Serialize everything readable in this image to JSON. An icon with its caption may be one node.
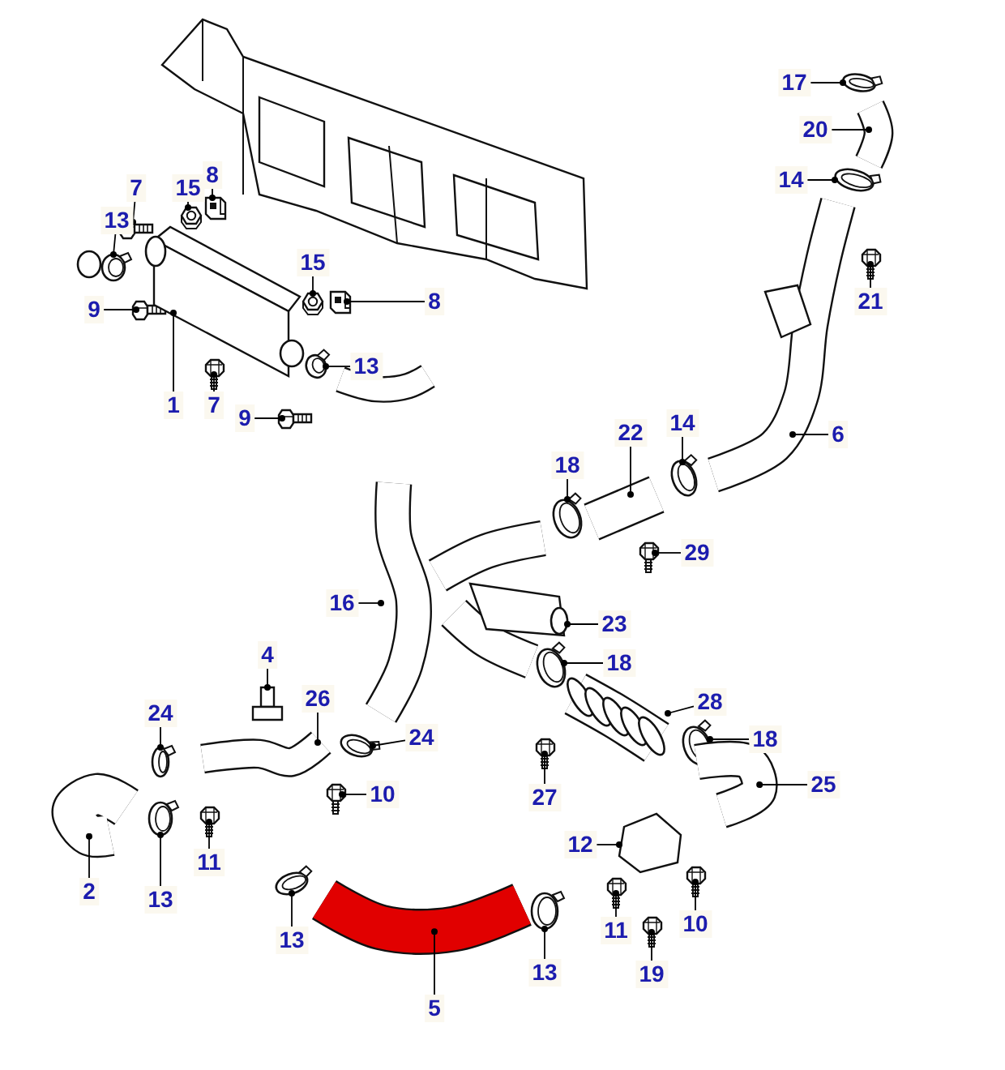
{
  "diagram": {
    "nodes": [
      {
        "text": [
          "13"
        ]
      },
      {
        "text": [
          "7"
        ]
      },
      {
        "text": [
          "15"
        ]
      },
      {
        "text": [
          "8"
        ]
      },
      {
        "text": [
          "9"
        ]
      },
      {
        "text": [
          "1"
        ]
      },
      {
        "text": [
          "15"
        ]
      },
      {
        "text": [
          "8"
        ]
      },
      {
        "text": [
          "13"
        ]
      },
      {
        "text": [
          "7"
        ]
      },
      {
        "text": [
          "9"
        ]
      },
      {
        "text": [
          "17"
        ]
      },
      {
        "text": [
          "20"
        ]
      },
      {
        "text": [
          "14"
        ]
      },
      {
        "text": [
          "21"
        ]
      },
      {
        "text": [
          "6"
        ]
      },
      {
        "text": [
          "22"
        ]
      },
      {
        "text": [
          "14"
        ]
      },
      {
        "text": [
          "18"
        ]
      },
      {
        "text": [
          "29"
        ]
      },
      {
        "text": [
          "16"
        ]
      },
      {
        "text": [
          "23"
        ]
      },
      {
        "text": [
          "18"
        ]
      },
      {
        "text": [
          "4"
        ]
      },
      {
        "text": [
          "26"
        ]
      },
      {
        "text": [
          "24"
        ]
      },
      {
        "text": [
          "24"
        ]
      },
      {
        "text": [
          "28"
        ]
      },
      {
        "text": [
          "18"
        ]
      },
      {
        "text": [
          "27"
        ]
      },
      {
        "text": [
          "25"
        ]
      },
      {
        "text": [
          "10"
        ]
      },
      {
        "text": [
          "12"
        ]
      },
      {
        "text": [
          "2"
        ]
      },
      {
        "text": [
          "13"
        ]
      },
      {
        "text": [
          "11"
        ]
      },
      {
        "text": [
          "13"
        ]
      },
      {
        "text": [
          "5"
        ]
      },
      {
        "text": [
          "13"
        ]
      },
      {
        "text": [
          "11"
        ]
      },
      {
        "text": [
          "10"
        ]
      },
      {
        "text": [
          "19"
        ]
      },
      {
        "text": [],
        "shape": "picture"
      },
      {
        "text": [],
        "shape": "picture"
      },
      {
        "text": [],
        "shape": "picture"
      },
      {
        "text": [],
        "shape": "picture"
      },
      {
        "text": [],
        "shape": "picture"
      },
      {
        "text": [],
        "shape": "picture"
      },
      {
        "text": [],
        "shape": "picture"
      },
      {
        "text": [],
        "shape": "picture"
      },
      {
        "text": [],
        "shape": "picture"
      },
      {
        "text": [],
        "shape": "picture"
      },
      {
        "text": [],
        "shape": "picture"
      },
      {
        "text": [],
        "shape": "picture"
      },
      {
        "text": [],
        "shape": "picture"
      },
      {
        "text": [],
        "shape": "picture"
      },
      {
        "text": [],
        "shape": "picture"
      },
      {
        "text": [],
        "shape": "picture"
      },
      {
        "text": [],
        "shape": "picture"
      },
      {
        "text": [],
        "shape": "picture"
      },
      {
        "text": [],
        "shape": "picture"
      },
      {
        "text": [],
        "shape": "picture"
      },
      {
        "text": [],
        "shape": "picture"
      },
      {
        "text": [],
        "shape": "picture"
      },
      {
        "text": [],
        "shape": "picture"
      },
      {
        "text": [],
        "shape": "picture"
      },
      {
        "text": [],
        "shape": "picture"
      },
      {
        "text": [],
        "shape": "picture"
      },
      {
        "text": [],
        "shape": "picture"
      },
      {
        "text": [],
        "shape": "picture"
      },
      {
        "text": [],
        "shape": "picture"
      },
      {
        "text": [],
        "shape": "picture"
      },
      {
        "text": [],
        "shape": "picture"
      },
      {
        "text": [],
        "shape": "picture"
      },
      {
        "text": [],
        "shape": "picture"
      },
      {
        "text": [],
        "shape": "picture"
      },
      {
        "text": [],
        "shape": "picture"
      },
      {
        "text": [],
        "shape": "picture"
      },
      {
        "text": [],
        "shape": "picture"
      },
      {
        "text": [],
        "shape": "picture"
      },
      {
        "text": [],
        "shape": "picture"
      },
      {
        "text": [],
        "shape": "picture"
      },
      {
        "text": [],
        "shape": "picture"
      },
      {
        "text": [],
        "shape": "picture"
      }
    ],
    "edges": [
      {
        "from": 0,
        "to": 42,
        "arrow": "other"
      },
      {
        "from": 1,
        "to": 43,
        "arrow": "other"
      },
      {
        "from": 2,
        "to": 44,
        "arrow": "other"
      },
      {
        "from": 3,
        "to": 45,
        "arrow": "other"
      },
      {
        "from": 4,
        "to": 46,
        "arrow": "other"
      },
      {
        "from": 5,
        "to": 47,
        "arrow": "other"
      },
      {
        "from": 6,
        "to": 48,
        "arrow": "other"
      },
      {
        "from": 7,
        "to": 49,
        "arrow": "other"
      },
      {
        "from": 8,
        "to": 50,
        "arrow": "other"
      },
      {
        "from": 9,
        "to": 51,
        "arrow": "other"
      },
      {
        "from": 10,
        "to": 52,
        "arrow": "other"
      },
      {
        "from": 11,
        "to": 53,
        "arrow": "other"
      },
      {
        "from": 12,
        "to": 54,
        "arrow": "other"
      },
      {
        "from": 13,
        "to": 55,
        "arrow": "other"
      },
      {
        "from": 14,
        "to": 56,
        "arrow": "other"
      },
      {
        "from": 15,
        "to": 57,
        "arrow": "other"
      },
      {
        "from": 16,
        "to": 58,
        "arrow": "other"
      },
      {
        "from": 17,
        "to": 59,
        "arrow": "other"
      },
      {
        "from": 18,
        "to": 60,
        "arrow": "other"
      },
      {
        "from": 19,
        "to": 61,
        "arrow": "other"
      },
      {
        "from": 20,
        "to": 62,
        "arrow": "other"
      },
      {
        "from": 21,
        "to": 63,
        "arrow": "other"
      },
      {
        "from": 22,
        "to": 64,
        "arrow": "other"
      },
      {
        "from": 23,
        "to": 65,
        "arrow": "other"
      },
      {
        "from": 24,
        "to": 66,
        "arrow": "other"
      },
      {
        "from": 25,
        "to": 67,
        "arrow": "other"
      },
      {
        "from": 26,
        "to": 68,
        "arrow": "other"
      },
      {
        "from": 27,
        "to": 69,
        "arrow": "other"
      },
      {
        "from": 28,
        "to": 70,
        "arrow": "other"
      },
      {
        "from": 29,
        "to": 71,
        "arrow": "other"
      },
      {
        "from": 30,
        "to": 72,
        "arrow": "other"
      },
      {
        "from": 31,
        "to": 73,
        "arrow": "other"
      },
      {
        "from": 32,
        "to": 74,
        "arrow": "other"
      },
      {
        "from": 33,
        "to": 75,
        "arrow": "other"
      },
      {
        "from": 34,
        "to": 76,
        "arrow": "other"
      },
      {
        "from": 35,
        "to": 77,
        "arrow": "other"
      },
      {
        "from": 36,
        "to": 78,
        "arrow": "other"
      },
      {
        "from": 37,
        "to": 79,
        "arrow": "other"
      },
      {
        "from": 38,
        "to": 80,
        "arrow": "other"
      },
      {
        "from": 39,
        "to": 81,
        "arrow": "other"
      },
      {
        "from": 40,
        "to": 82,
        "arrow": "other"
      },
      {
        "from": 41,
        "to": 83,
        "arrow": "other"
      }
    ]
  }
}
